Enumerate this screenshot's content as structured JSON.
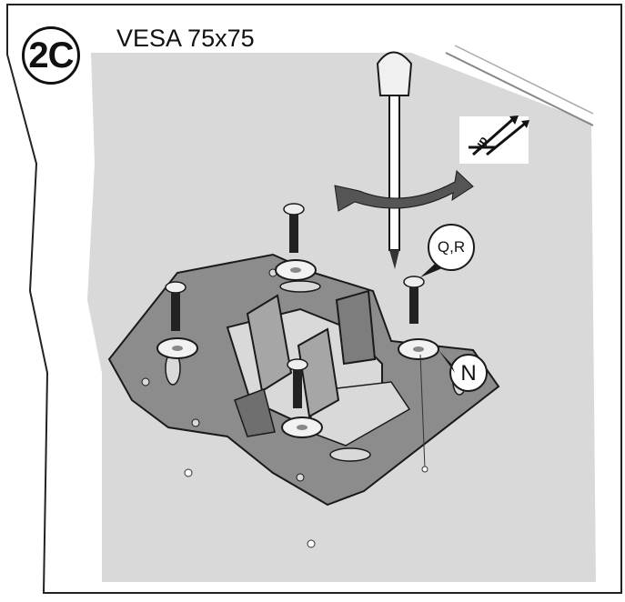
{
  "step": {
    "badge": "2C",
    "title": "VESA 75x75"
  },
  "callouts": {
    "screw_parts": "Q,R",
    "washer_part": "N"
  },
  "orientation": {
    "label": "up"
  },
  "icons": [
    "screwdriver-icon",
    "rotate-arrow-icon",
    "up-orientation-icon"
  ],
  "colors": {
    "panel": "#d9d9d9",
    "bracket": "#8c8c8c",
    "outline": "#1a1a1a"
  }
}
